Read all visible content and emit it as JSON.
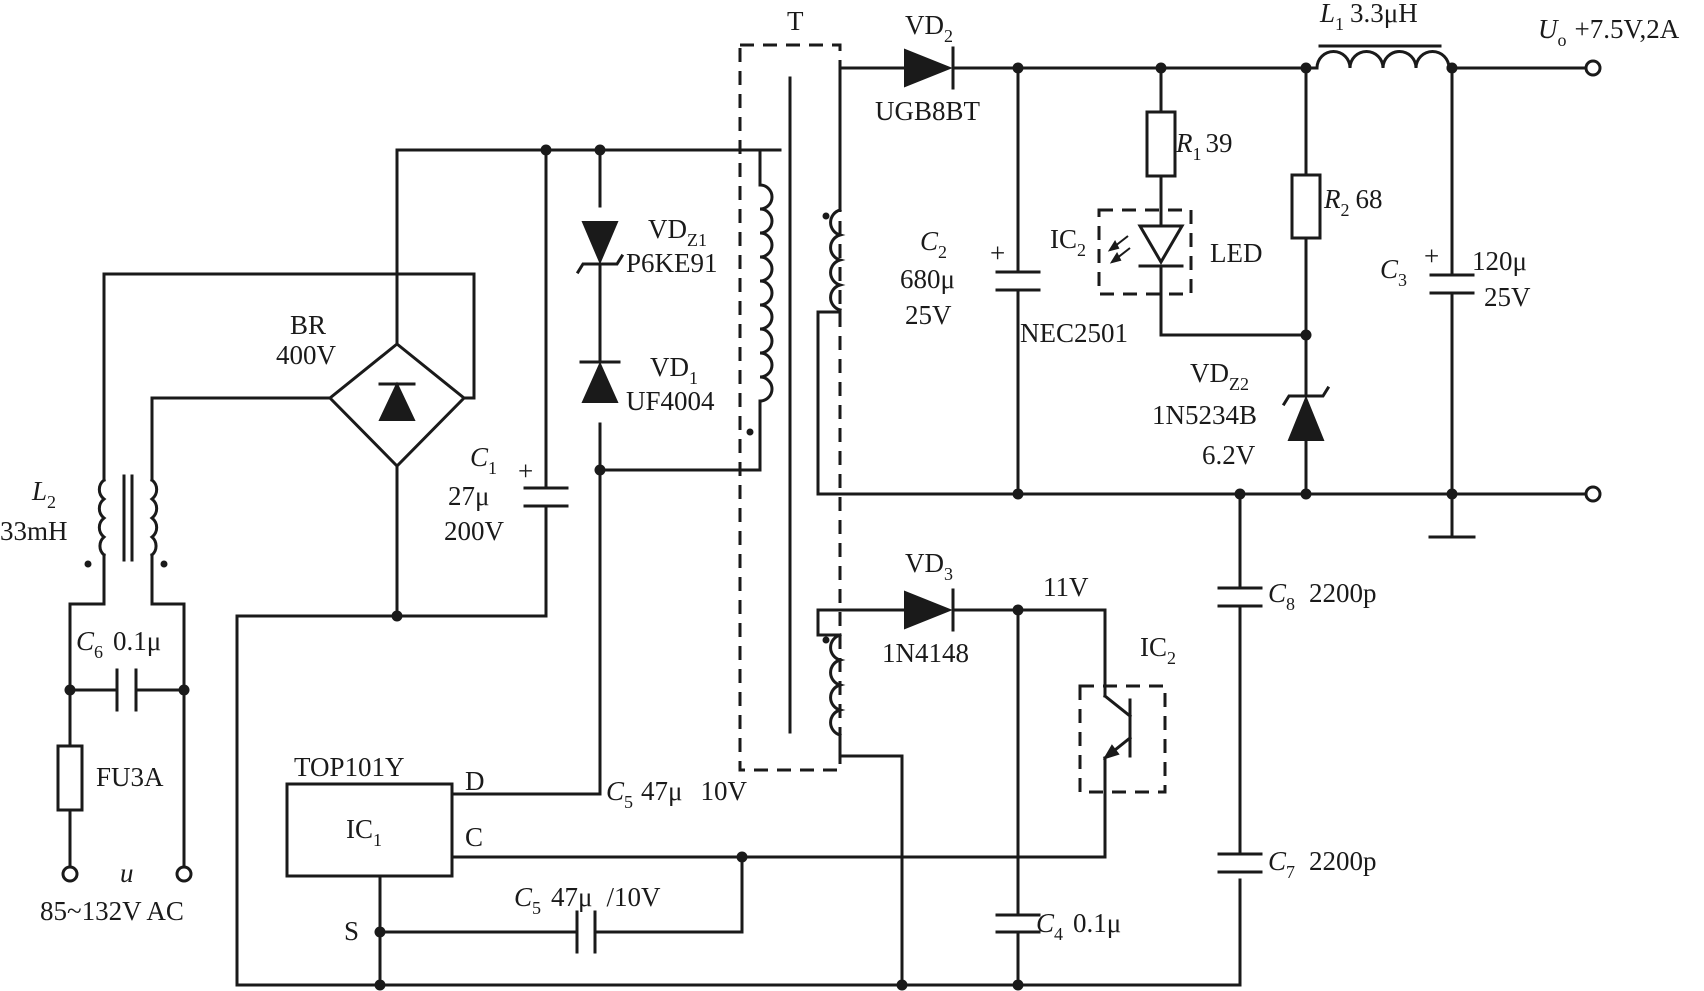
{
  "transformer": {
    "ref": "T"
  },
  "output": {
    "symbol": "U",
    "sub": "o",
    "spec": "+7.5V,2A"
  },
  "inductor_L1": {
    "ref": "L",
    "sub": "1",
    "value": "3.3μH"
  },
  "diode_VD2": {
    "ref": "VD",
    "sub": "2",
    "part": "UGB8BT"
  },
  "resistor_R1": {
    "ref": "R",
    "sub": "1",
    "value": "39"
  },
  "resistor_R2": {
    "ref": "R",
    "sub": "2",
    "value": "68"
  },
  "cap_C2": {
    "ref": "C",
    "sub": "2",
    "value": "680μ",
    "voltage": "25V"
  },
  "cap_C3": {
    "ref": "C",
    "sub": "3",
    "value": "120μ",
    "voltage": "25V"
  },
  "optocoupler_led": {
    "ref": "IC",
    "sub": "2",
    "label": "LED",
    "part": "NEC2501"
  },
  "zener_VDZ2": {
    "ref": "VD",
    "sub": "Z2",
    "part": "1N5234B",
    "voltage": "6.2V"
  },
  "zener_VDZ1": {
    "ref": "VD",
    "sub": "Z1",
    "part": "P6KE91"
  },
  "diode_VD1": {
    "ref": "VD",
    "sub": "1",
    "part": "UF4004"
  },
  "bridge": {
    "ref": "BR",
    "voltage": "400V"
  },
  "cap_C1": {
    "ref": "C",
    "sub": "1",
    "value": "27μ",
    "voltage": "200V"
  },
  "inductor_L2": {
    "ref": "L",
    "sub": "2",
    "value": "33mH"
  },
  "cap_C6": {
    "ref": "C",
    "sub": "6",
    "value": "0.1μ"
  },
  "fuse": {
    "label": "FU3A"
  },
  "input": {
    "symbol": "u",
    "spec": "85~132V AC"
  },
  "diode_VD3": {
    "ref": "VD",
    "sub": "3",
    "part": "1N4148"
  },
  "bias_voltage": "11V",
  "optocoupler_transistor": {
    "ref": "IC",
    "sub": "2"
  },
  "cap_C8": {
    "ref": "C",
    "sub": "8",
    "value": "2200p"
  },
  "cap_C7": {
    "ref": "C",
    "sub": "7",
    "value": "2200p"
  },
  "cap_C4": {
    "ref": "C",
    "sub": "4",
    "value": "0.1μ"
  },
  "ic1": {
    "part": "TOP101Y",
    "ref": "IC",
    "sub": "1",
    "pin_d": "D",
    "pin_c": "C",
    "pin_s": "S"
  },
  "cap_C5_top": {
    "ref": "C",
    "sub": "5",
    "value": "47μ",
    "voltage": "10V"
  },
  "cap_C5_bottom": {
    "ref": "C",
    "sub": "5",
    "value": "47μ",
    "voltage": "/10V"
  },
  "polarity_mark": "+"
}
